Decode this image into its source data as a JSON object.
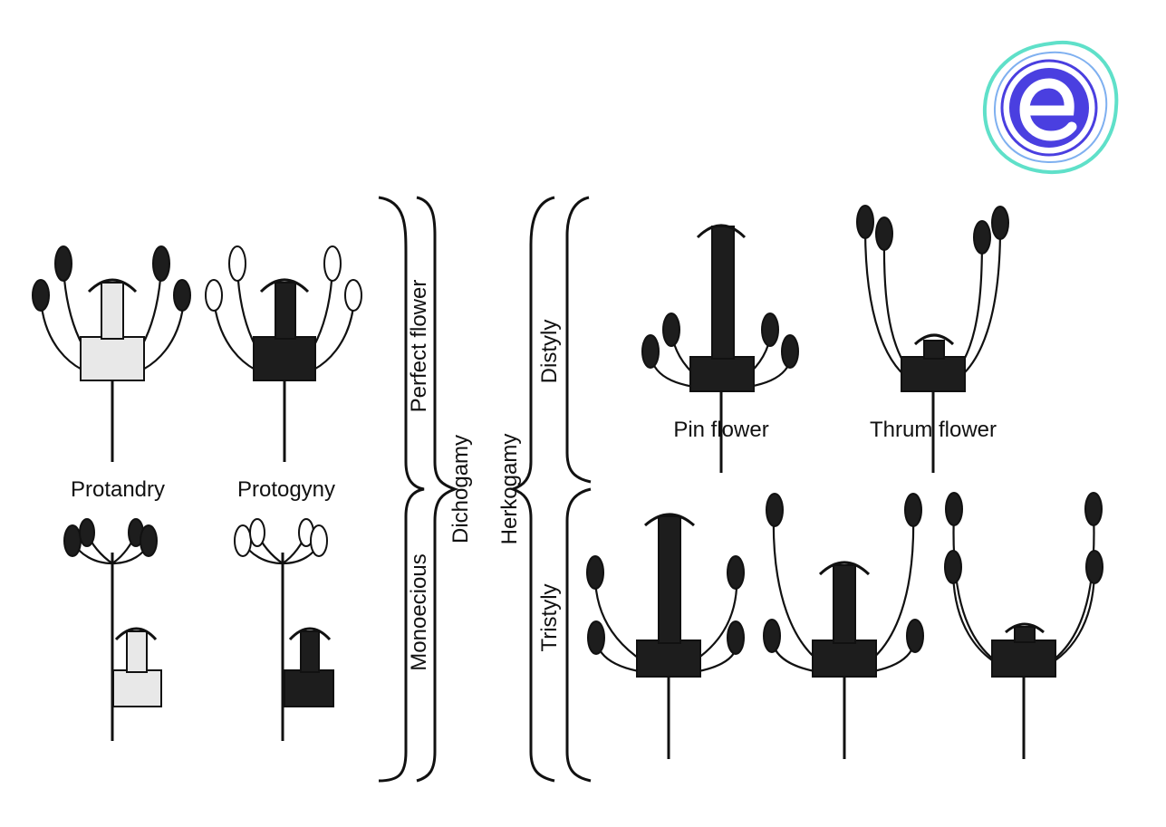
{
  "labels": {
    "protandry": "Protandry",
    "protogyny": "Protogyny",
    "perfect_flower": "Perfect flower",
    "monoecious": "Monoecious",
    "dichogamy": "Dichogamy",
    "herkogamy": "Herkogamy",
    "distyly": "Distyly",
    "tristyly": "Tristyly",
    "pin_flower": "Pin flower",
    "thrum_flower": "Thrum flower"
  },
  "logo": {
    "name": "embibe-logo",
    "letter": "e",
    "colors": {
      "ring": "#5fe0c9",
      "disc": "#4a3fe0"
    }
  },
  "colors": {
    "dark_organ": "#1d1d1d",
    "light_organ": "#e8e8e8",
    "ink": "#111111"
  }
}
